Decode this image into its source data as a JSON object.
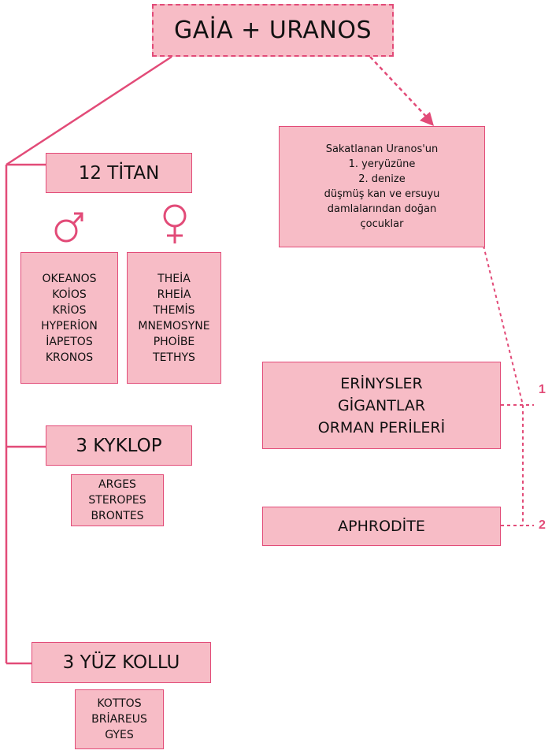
{
  "root": "GAİA + URANOS",
  "titans": {
    "title": "12 TİTAN",
    "male": [
      "OKEANOS",
      "KOİOS",
      "KRİOS",
      "HYPERİON",
      "İAPETOS",
      "KRONOS"
    ],
    "female": [
      "THEİA",
      "RHEİA",
      "THEMİS",
      "MNEMOSYNE",
      "PHOİBE",
      "TETHYS"
    ]
  },
  "kyklop": {
    "title": "3 KYKLOP",
    "members": [
      "ARGES",
      "STEROPES",
      "BRONTES"
    ]
  },
  "hundred_handed": {
    "title": "3 YÜZ KOLLU",
    "members": [
      "KOTTOS",
      "BRİAREUS",
      "GYES"
    ]
  },
  "description": [
    "Sakatlanan Uranos'un",
    "1. yeryüzüne",
    "2. denize",
    "düşmüş kan ve ersuyu",
    "damlalarından doğan",
    "çocuklar"
  ],
  "earth_children": [
    "ERİNYSLER",
    "GİGANTLAR",
    "ORMAN PERİLERİ"
  ],
  "sea_child": "APHRODİTE",
  "markers": [
    "1",
    "2"
  ],
  "colors": {
    "accent": "#e24b78",
    "fill": "#f7bcc6"
  },
  "icons": {
    "male": "mars-symbol-icon",
    "female": "venus-symbol-icon"
  }
}
